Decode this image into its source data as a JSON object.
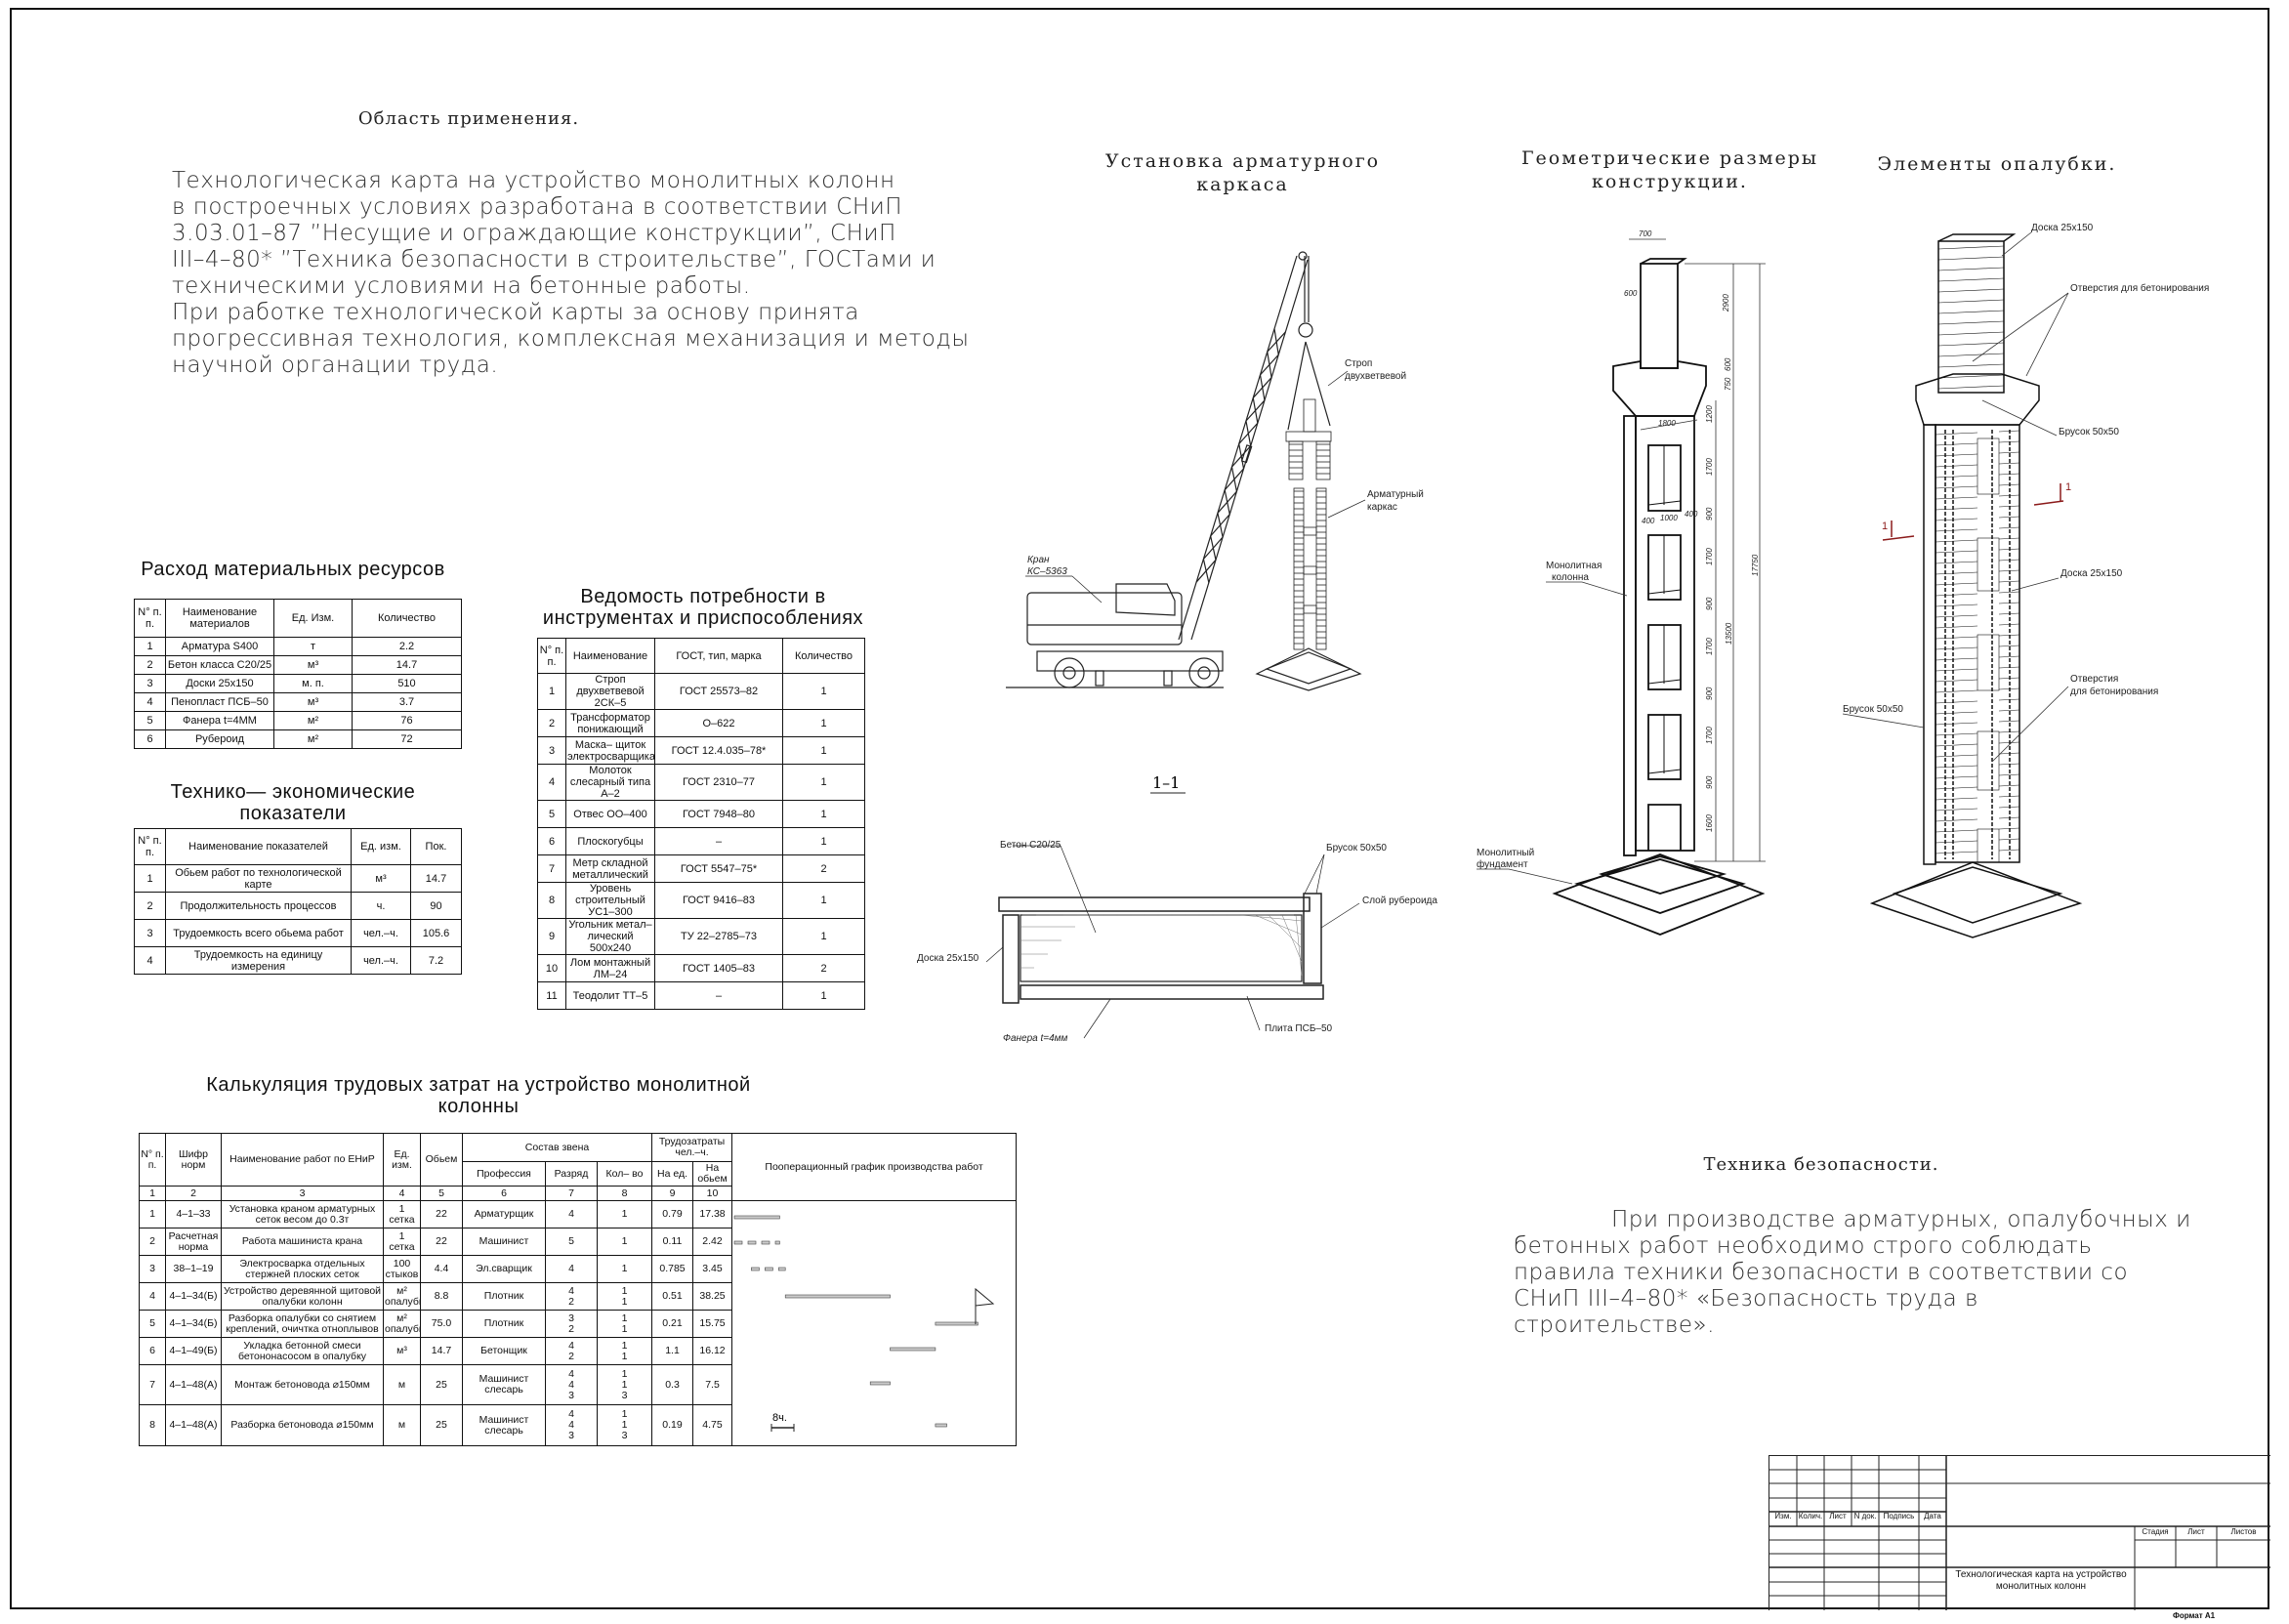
{
  "scope": {
    "title": "Область применения.",
    "text": "Технологическая карта на устройство монолитных колонн\nв построечных условиях разработана в соответствии СНиП\n3.03.01–87 ”Несущие и ограждающие конструкции”, СНиП\nIII–4–80* ”Техника безопасности в строительстве”, ГОСТами и\nтехническими условиями на бетонные работы.\nПри работке технологической карты за основу принята\nпрогрессивная технология, комплексная механизация и методы\nнаучной органации труда."
  },
  "materials": {
    "title": "Расход материальных ресурсов",
    "headers": [
      "N° п. п.",
      "Наименование материалов",
      "Ед. Изм.",
      "Количество"
    ],
    "rows": [
      [
        "1",
        "Арматура S400",
        "т",
        "2.2"
      ],
      [
        "2",
        "Бетон класса С20/25",
        "м³",
        "14.7"
      ],
      [
        "3",
        "Доски 25х150",
        "м. п.",
        "510"
      ],
      [
        "4",
        "Пенопласт ПСБ–50",
        "м³",
        "3.7"
      ],
      [
        "5",
        "Фанера t=4ММ",
        "м²",
        "76"
      ],
      [
        "6",
        "Рубероид",
        "м²",
        "72"
      ]
    ]
  },
  "tech": {
    "title": "Технико— экономические\nпоказатели",
    "headers": [
      "N° п. п.",
      "Наименование показателей",
      "Ед. изм.",
      "Пок."
    ],
    "rows": [
      [
        "1",
        "Обьем работ по технологической карте",
        "м³",
        "14.7"
      ],
      [
        "2",
        "Продолжительность процессов",
        "ч.",
        "90"
      ],
      [
        "3",
        "Трудоемкость всего обьема работ",
        "чел.–ч.",
        "105.6"
      ],
      [
        "4",
        "Трудоемкость на единицу измерения",
        "чел.–ч.",
        "7.2"
      ]
    ]
  },
  "tools": {
    "title": "Ведомость потребности в\nинструментах и приспособлениях",
    "headers": [
      "N° п. п.",
      "Наименование",
      "ГОСТ, тип, марка",
      "Количество"
    ],
    "rows": [
      [
        "1",
        "Строп двухветвевой 2СК–5",
        "ГОСТ 25573–82",
        "1"
      ],
      [
        "2",
        "Трансформатор понижающий",
        "О–622",
        "1"
      ],
      [
        "3",
        "Маска– щиток электросварщика",
        "ГОСТ 12.4.035–78*",
        "1"
      ],
      [
        "4",
        "Молоток слесарный типа А–2",
        "ГОСТ 2310–77",
        "1"
      ],
      [
        "5",
        "Отвес ОО–400",
        "ГОСТ 7948–80",
        "1"
      ],
      [
        "6",
        "Плоскогубцы",
        "–",
        "1"
      ],
      [
        "7",
        "Метр складной металлический",
        "ГОСТ 5547–75*",
        "2"
      ],
      [
        "8",
        "Уровень строительный УС1–300",
        "ГОСТ 9416–83",
        "1"
      ],
      [
        "9",
        "Угольник метал– лический 500х240",
        "ТУ 22–2785–73",
        "1"
      ],
      [
        "10",
        "Лом монтажный ЛМ–24",
        "ГОСТ 1405–83",
        "2"
      ],
      [
        "11",
        "Теодолит ТТ–5",
        "–",
        "1"
      ]
    ]
  },
  "labor": {
    "title": "Калькуляция трудовых затрат на устройство монолитной\nколонны",
    "headers": {
      "num": "N° п. п.",
      "code": "Шифр норм",
      "name": "Наименование работ по ЕНиР",
      "unit": "Ед. изм.",
      "volume": "Обьем",
      "team": "Состав звена",
      "profession": "Профессия",
      "grade": "Разряд",
      "count": "Кол– во",
      "labor": "Трудозатраты чел.–ч.",
      "per_unit": "На ед.",
      "per_volume": "На обьем",
      "schedule": "Пооперационный график производства работ",
      "col_numbers": [
        "1",
        "2",
        "3",
        "4",
        "5",
        "6",
        "7",
        "8",
        "9",
        "10"
      ]
    },
    "rows": [
      [
        "1",
        "4–1–33",
        "Установка краном арматурных сеток весом до 0.3т",
        "1\nсетка",
        "22",
        "Арматурщик",
        "4",
        "1",
        "0.79",
        "17.38"
      ],
      [
        "2",
        "Расчетная норма",
        "Работа машиниста крана",
        "1\nсетка",
        "22",
        "Машинист",
        "5",
        "1",
        "0.11",
        "2.42"
      ],
      [
        "3",
        "38–1–19",
        "Электросварка отдельных стержней плоских сеток",
        "100\nстыков",
        "4.4",
        "Эл.сварщик",
        "4",
        "1",
        "0.785",
        "3.45"
      ],
      [
        "4",
        "4–1–34(Б)",
        "Устройство деревянной щитовой опалубки колонн",
        "м²\nопалубки",
        "8.8",
        "Плотник",
        "4\n2",
        "1\n1",
        "0.51",
        "38.25"
      ],
      [
        "5",
        "4–1–34(Б)",
        "Разборка опалубки со снятием креплений, очичтка отноплывов",
        "м²\nопалубки",
        "75.0",
        "Плотник",
        "3\n2",
        "1\n1",
        "0.21",
        "15.75"
      ],
      [
        "6",
        "4–1–49(Б)",
        "Укладка бетонной смеси бетононасосом в опалубку",
        "м³",
        "14.7",
        "Бетонщик",
        "4\n2",
        "1\n1",
        "1.1",
        "16.12"
      ],
      [
        "7",
        "4–1–48(А)",
        "Монтаж бетоновода ⌀150мм",
        "м",
        "25",
        "Машинист\nслесарь",
        "4\n4\n3",
        "1\n1\n3",
        "0.3",
        "7.5"
      ],
      [
        "8",
        "4–1–48(А)",
        "Разборка бетоновода ⌀150мм",
        "м",
        "25",
        "Машинист\nслесарь",
        "4\n4\n3",
        "1\n1\n3",
        "0.19",
        "4.75"
      ]
    ],
    "chart_data": {
      "type": "gantt",
      "unit": "hours",
      "scale_label": "8ч.",
      "bars": [
        {
          "row": 1,
          "start": 0,
          "end": 16,
          "style": "solid"
        },
        {
          "row": 2,
          "start": 0,
          "end": 16,
          "style": "dashed"
        },
        {
          "row": 3,
          "start": 6,
          "end": 18,
          "style": "dashed"
        },
        {
          "row": 4,
          "start": 18,
          "end": 55,
          "style": "solid"
        },
        {
          "row": 5,
          "start": 71,
          "end": 86,
          "style": "solid"
        },
        {
          "row": 6,
          "start": 55,
          "end": 71,
          "style": "solid"
        },
        {
          "row": 7,
          "start": 48,
          "end": 55,
          "style": "solid"
        },
        {
          "row": 8,
          "start": 71,
          "end": 75,
          "style": "solid"
        }
      ]
    }
  },
  "crane_drawing": {
    "title": "Установка арматурного\nкаркаса",
    "sling_label": [
      "Строп",
      "двухветвевой"
    ],
    "cage_label": [
      "Арматурный",
      "каркас"
    ],
    "crane_label": [
      "Кран",
      "КС–5363"
    ]
  },
  "section": {
    "title": "1–1",
    "concrete": "Бетон С20/25",
    "bar": "Брусок 50х50",
    "roofing": "Слой рубероида",
    "board": "Доска 25х150",
    "foam": "Плита ПСБ–50",
    "plywood": "Фанера t=4мм"
  },
  "geometry": {
    "title": "Геометрические размеры\nконструкции.",
    "column_label": [
      "Монолитная",
      "колонна"
    ],
    "foundation_label": [
      "Монолитный",
      "фундамент"
    ],
    "dims_vertical": [
      "2900",
      "600",
      "750",
      "1200",
      "1700",
      "900",
      "1700",
      "900",
      "1700",
      "900",
      "1700",
      "900",
      "1600"
    ],
    "dim_13500": "13500",
    "dim_17750": "17750",
    "dim_700": "700",
    "dim_600": "600",
    "dim_1800": "1800",
    "dims_opening": [
      "400",
      "1000",
      "400"
    ]
  },
  "formwork": {
    "title": "Элементы опалубки.",
    "board_top": "Доска 25х150",
    "holes_top": "Отверстия для бетонирования",
    "bar_top": "Брусок 50х50",
    "board_mid": "Доска 25х150",
    "holes_mid": [
      "Отверстия",
      "для бетонирования"
    ],
    "bar_left": "Брусок 50х50",
    "section_mark": "1"
  },
  "safety": {
    "title": "Техника безопасности.",
    "text": "При производстве арматурных, опалубочных и\nбетонных работ необходимо строго соблюдать\nправила техники безопасности в соответствии со\nСНиП III–4–80*  «Безопасность труда в\nстроительстве»."
  },
  "title_block": {
    "cols": [
      "Изм.",
      "Колич.",
      "Лист",
      "N док.",
      "Подпись",
      "Дата"
    ],
    "stage": "Стадия",
    "sheet": "Лист",
    "sheets": "Листов",
    "doc_title": "Технологическая карта на устройство монолитных колонн",
    "format": "Формат А1"
  }
}
